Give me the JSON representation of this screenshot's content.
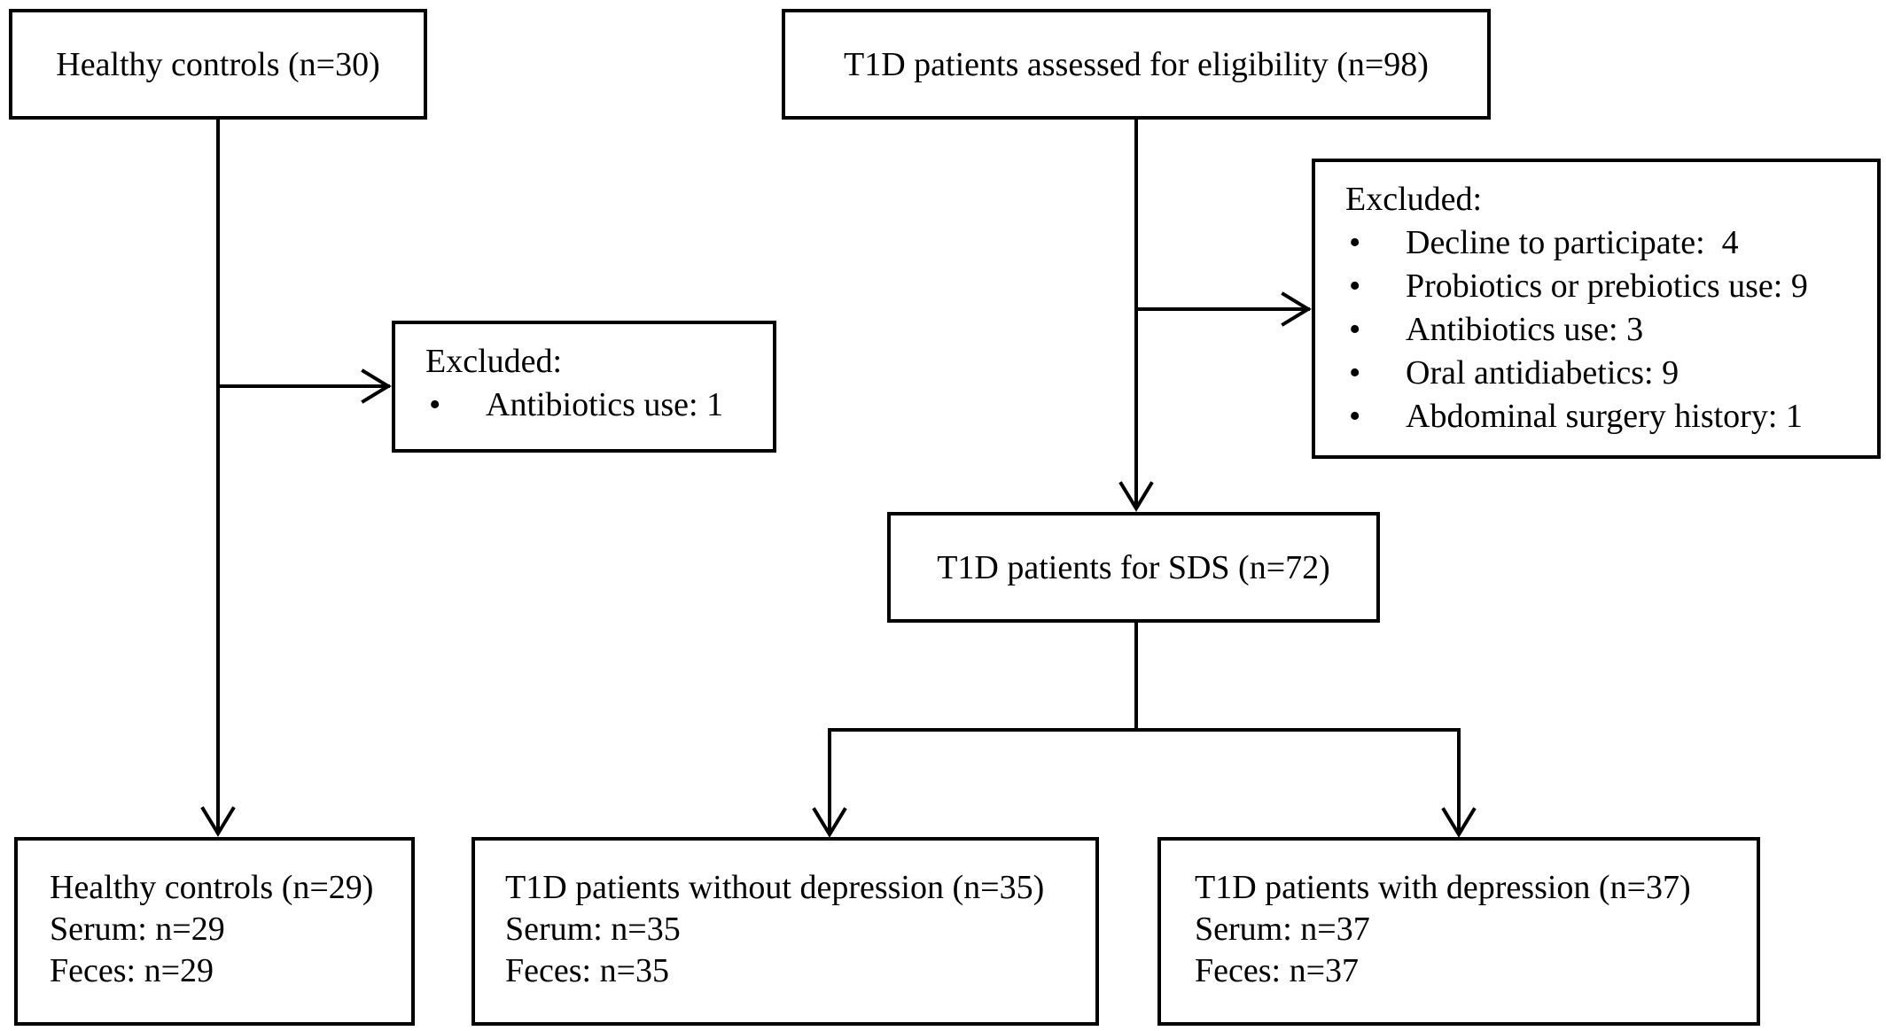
{
  "healthy_controls": {
    "title": "Healthy controls (n=30)"
  },
  "t1d_assessed": {
    "title": "T1D patients assessed for eligibility (n=98)"
  },
  "excluded_left": {
    "heading": "Excluded:",
    "bullet": "•",
    "items": [
      "Antibiotics use: 1"
    ]
  },
  "excluded_right": {
    "heading": "Excluded:",
    "bullet": "•",
    "items": [
      "Decline to participate:  4",
      "Probiotics or prebiotics use: 9",
      "Antibiotics use: 3",
      "Oral antidiabetics: 9",
      "Abdominal surgery history: 1"
    ]
  },
  "t1d_sds": {
    "title": "T1D patients for SDS (n=72)"
  },
  "final_groups": {
    "healthy": {
      "title": "Healthy controls (n=29)",
      "serum": "Serum: n=29",
      "feces": "Feces: n=29"
    },
    "without_depression": {
      "title": "T1D patients without depression (n=35)",
      "serum": "Serum: n=35",
      "feces": "Feces: n=35"
    },
    "with_depression": {
      "title": "T1D patients with depression (n=37)",
      "serum": "Serum: n=37",
      "feces": "Feces: n=37"
    }
  }
}
